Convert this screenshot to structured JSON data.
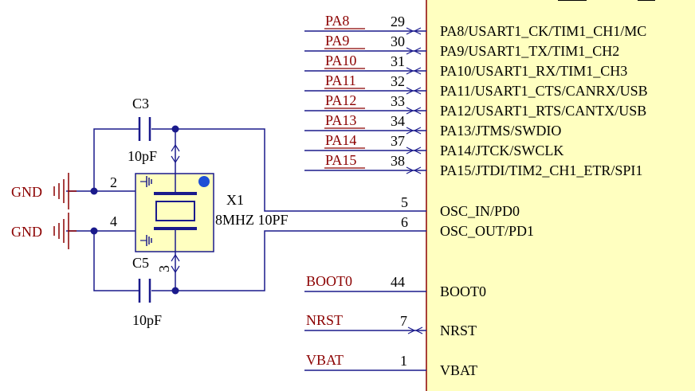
{
  "diagram": {
    "colors": {
      "wire": "#1a1a8c",
      "net_label": "#8b0000",
      "text": "#000000",
      "ic_fill": "#ffffc0",
      "ic_border": "#8b0000",
      "crystal_fill": "#ffffc0",
      "crystal_border": "#1a1a8c",
      "dot": "#1a1a8c",
      "marker": "#1e4fd6"
    },
    "mcu": {
      "pins": [
        {
          "net": "PA8",
          "number": "29",
          "name": "PA8/USART1_CK/TIM1_CH1/MC"
        },
        {
          "net": "PA9",
          "number": "30",
          "name": "PA9/USART1_TX/TIM1_CH2"
        },
        {
          "net": "PA10",
          "number": "31",
          "name": "PA10/USART1_RX/TIM1_CH3"
        },
        {
          "net": "PA11",
          "number": "32",
          "name": "PA11/USART1_CTS/CANRX/USB"
        },
        {
          "net": "PA12",
          "number": "33",
          "name": "PA12/USART1_RTS/CANTX/USB"
        },
        {
          "net": "PA13",
          "number": "34",
          "name": "PA13/JTMS/SWDIO"
        },
        {
          "net": "PA14",
          "number": "37",
          "name": "PA14/JTCK/SWCLK"
        },
        {
          "net": "PA15",
          "number": "38",
          "name": "PA15/JTDI/TIM2_CH1_ETR/SPI1"
        }
      ],
      "osc_pins": [
        {
          "number": "5",
          "name": "OSC_IN/PD0"
        },
        {
          "number": "6",
          "name": "OSC_OUT/PD1"
        }
      ],
      "ctrl_pins": [
        {
          "net": "BOOT0",
          "number": "44",
          "name": "BOOT0"
        },
        {
          "net": "NRST",
          "number": "7",
          "name": "NRST"
        },
        {
          "net": "VBAT",
          "number": "1",
          "name": "VBAT"
        }
      ]
    },
    "crystal": {
      "designator": "X1",
      "value": "8MHZ 10PF",
      "pin_numbers": [
        "2",
        "4",
        "3"
      ]
    },
    "capacitors": [
      {
        "designator": "C3",
        "value": "10pF"
      },
      {
        "designator": "C5",
        "value": "10pF"
      }
    ],
    "ground": [
      {
        "label": "GND"
      },
      {
        "label": "GND"
      }
    ]
  }
}
